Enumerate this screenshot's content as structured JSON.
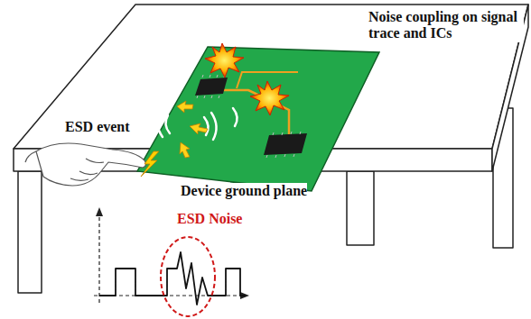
{
  "diagram": {
    "labels": [
      "ESD event",
      "Noise coupling on signal trace and ICs",
      "Device ground plane",
      "ESD Noise"
    ]
  }
}
